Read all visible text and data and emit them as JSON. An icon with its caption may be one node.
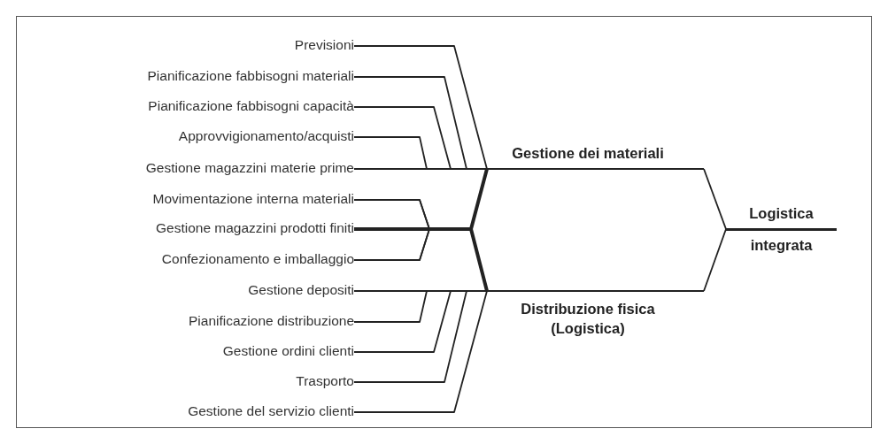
{
  "diagram": {
    "nodes": [
      {
        "text": [
          "Previsioni"
        ]
      },
      {
        "text": [
          "Pianificazione fabbisogni materiali"
        ]
      },
      {
        "text": [
          "Pianificazione fabbisogni capacità"
        ]
      },
      {
        "text": [
          "Approvvigionamento/acquisti"
        ]
      },
      {
        "text": [
          "Gestione magazzini materie prime"
        ]
      },
      {
        "text": [
          "Movimentazione interna materiali"
        ]
      },
      {
        "text": [
          "Gestione magazzini prodotti finiti"
        ]
      },
      {
        "text": [
          "Confezionamento e imballaggio"
        ]
      },
      {
        "text": [
          "Gestione depositi"
        ]
      },
      {
        "text": [
          "Pianificazione distribuzione"
        ]
      },
      {
        "text": [
          "Gestione ordini clienti"
        ]
      },
      {
        "text": [
          "Trasporto"
        ]
      },
      {
        "text": [
          "Gestione del servizio clienti"
        ]
      },
      {
        "text": [
          "Gestione dei materiali"
        ]
      },
      {
        "text": [
          "Distribuzione fisica (Logistica)"
        ]
      },
      {
        "text": [
          "Logistica integrata"
        ]
      }
    ],
    "edges": [
      {
        "from": 0,
        "to": 13,
        "arrow": "none"
      },
      {
        "from": 1,
        "to": 13,
        "arrow": "none"
      },
      {
        "from": 2,
        "to": 13,
        "arrow": "none"
      },
      {
        "from": 3,
        "to": 13,
        "arrow": "none"
      },
      {
        "from": 4,
        "to": 13,
        "arrow": "none"
      },
      {
        "from": 5,
        "to": 13,
        "arrow": "none"
      },
      {
        "from": 5,
        "to": 14,
        "arrow": "none"
      },
      {
        "from": 6,
        "to": 13,
        "arrow": "none",
        "style": "thick"
      },
      {
        "from": 6,
        "to": 14,
        "arrow": "none",
        "style": "thick"
      },
      {
        "from": 7,
        "to": 13,
        "arrow": "none"
      },
      {
        "from": 7,
        "to": 14,
        "arrow": "none"
      },
      {
        "from": 8,
        "to": 14,
        "arrow": "none"
      },
      {
        "from": 9,
        "to": 14,
        "arrow": "none"
      },
      {
        "from": 10,
        "to": 14,
        "arrow": "none"
      },
      {
        "from": 11,
        "to": 14,
        "arrow": "none"
      },
      {
        "from": 12,
        "to": 14,
        "arrow": "none"
      },
      {
        "from": 13,
        "to": 15,
        "arrow": "none"
      },
      {
        "from": 14,
        "to": 15,
        "arrow": "none"
      }
    ]
  }
}
